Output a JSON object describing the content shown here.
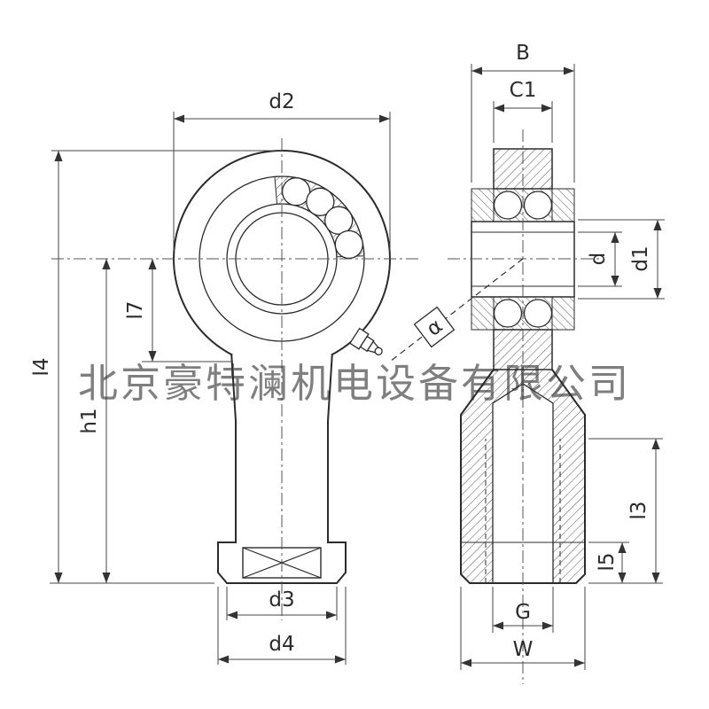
{
  "page": {
    "background": "#ffffff",
    "line_color": "#2b2b2b"
  },
  "watermark": {
    "text": "北京豪特澜机电设备有限公司",
    "color": "#dfa06b"
  },
  "dims": {
    "d2": "d2",
    "b": "B",
    "c1": "C1",
    "d": "d",
    "d1": "d1",
    "l7": "l7",
    "h1": "h1",
    "l4": "l4",
    "alpha": "α",
    "l3": "l3",
    "l5": "l5",
    "d3": "d3",
    "d4": "d4",
    "g": "G",
    "w": "W"
  }
}
